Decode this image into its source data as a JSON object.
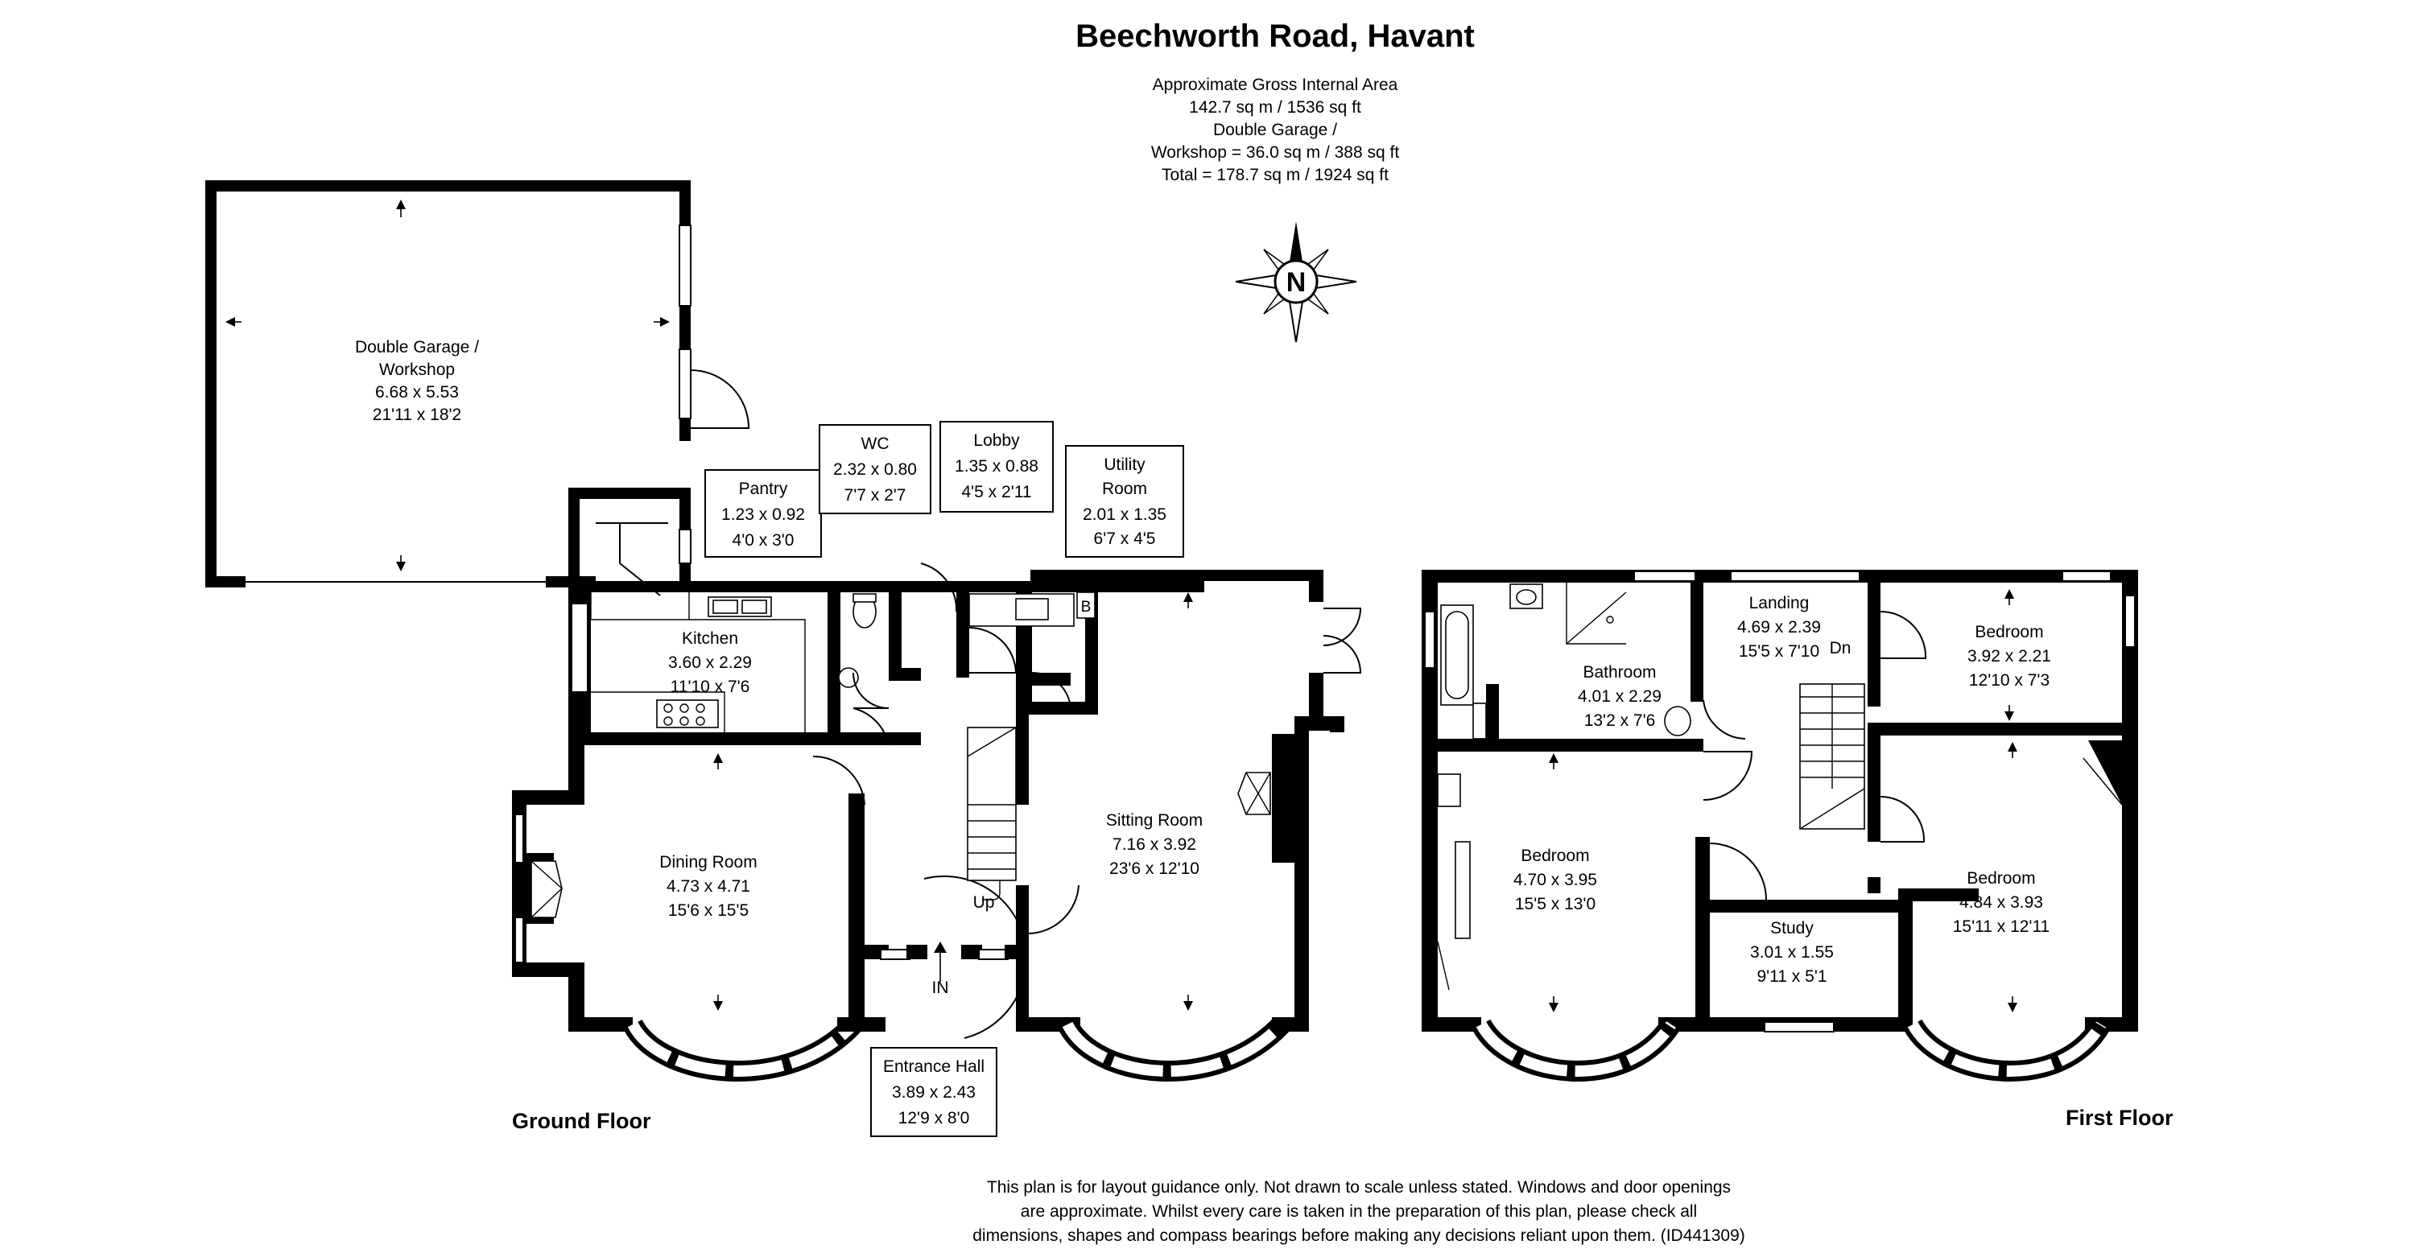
{
  "header": {
    "title": "Beechworth Road, Havant",
    "area_lines": [
      "Approximate Gross Internal Area",
      "142.7 sq m / 1536 sq ft",
      "Double Garage /",
      "Workshop = 36.0 sq m / 388 sq ft",
      "Total = 178.7 sq m / 1924 sq ft"
    ]
  },
  "compass": {
    "label": "N"
  },
  "floors": {
    "ground": "Ground Floor",
    "first": "First Floor"
  },
  "rooms": {
    "garage": {
      "lines": [
        "Double Garage /",
        "Workshop",
        "6.68 x 5.53",
        "21'11 x 18'2"
      ]
    },
    "pantry": {
      "lines": [
        "Pantry",
        "1.23 x 0.92",
        "4'0 x 3'0"
      ]
    },
    "wc": {
      "lines": [
        "WC",
        "2.32 x 0.80",
        "7'7 x 2'7"
      ]
    },
    "lobby": {
      "lines": [
        "Lobby",
        "1.35 x 0.88",
        "4'5 x 2'11"
      ]
    },
    "utility": {
      "lines": [
        "Utility",
        "Room",
        "2.01 x 1.35",
        "6'7 x 4'5"
      ]
    },
    "kitchen": {
      "lines": [
        "Kitchen",
        "3.60 x 2.29",
        "11'10 x 7'6"
      ]
    },
    "dining": {
      "lines": [
        "Dining Room",
        "4.73 x 4.71",
        "15'6 x 15'5"
      ]
    },
    "sitting": {
      "lines": [
        "Sitting Room",
        "7.16 x 3.92",
        "23'6 x 12'10"
      ]
    },
    "hall": {
      "lines": [
        "Entrance Hall",
        "3.89 x 2.43",
        "12'9 x 8'0"
      ]
    },
    "bathroom": {
      "lines": [
        "Bathroom",
        "4.01 x 2.29",
        "13'2 x 7'6"
      ]
    },
    "landing": {
      "lines": [
        "Landing",
        "4.69 x 2.39",
        "15'5 x 7'10"
      ]
    },
    "bed_ne": {
      "lines": [
        "Bedroom",
        "3.92 x 2.21",
        "12'10 x 7'3"
      ]
    },
    "bed_w": {
      "lines": [
        "Bedroom",
        "4.70 x 3.95",
        "15'5 x 13'0"
      ]
    },
    "study": {
      "lines": [
        "Study",
        "3.01 x 1.55",
        "9'11 x 5'1"
      ]
    },
    "bed_e": {
      "lines": [
        "Bedroom",
        "4.84 x 3.93",
        "15'11 x 12'11"
      ]
    }
  },
  "markers": {
    "up": "Up",
    "in": "IN",
    "down": "Dn",
    "boiler": "B"
  },
  "disclaimer": [
    "This plan is for layout guidance only. Not drawn to scale unless stated. Windows and door openings",
    "are approximate. Whilst every care is taken in the preparation of this plan, please check all",
    "dimensions, shapes and compass bearings before making any decisions reliant upon them. (ID441309)"
  ]
}
